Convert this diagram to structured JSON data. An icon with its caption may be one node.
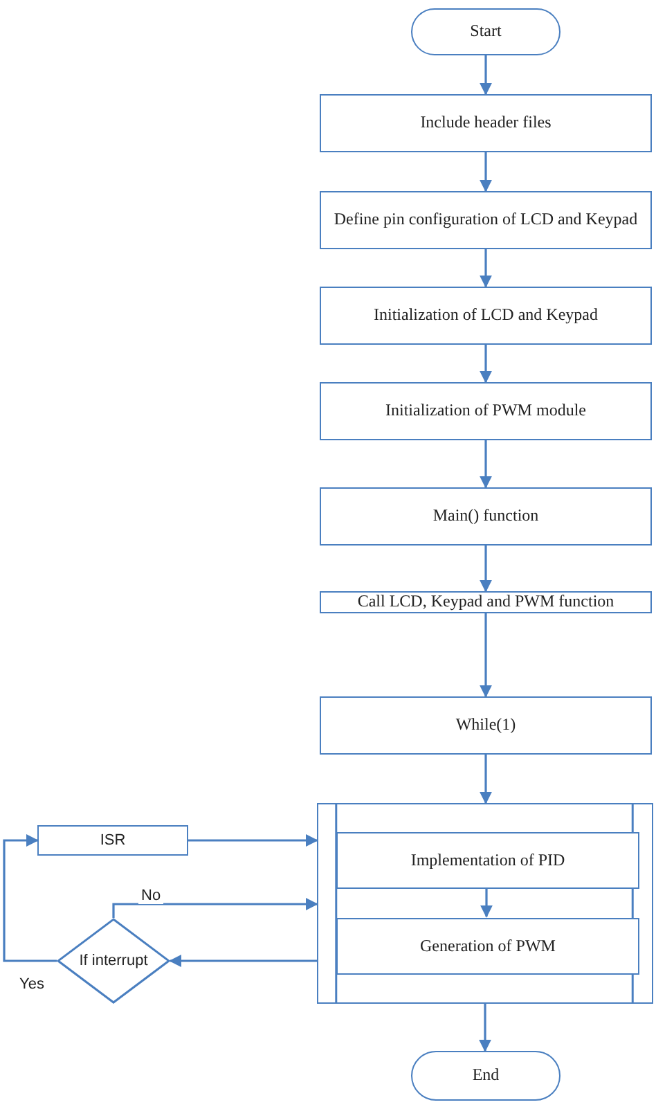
{
  "diagram": {
    "nodes": [
      {
        "text": [
          "Start"
        ]
      },
      {
        "text": [
          "Include header files"
        ]
      },
      {
        "text": [
          "Define pin configuration of LCD and Keypad"
        ]
      },
      {
        "text": [
          "Initialization of LCD and Keypad"
        ]
      },
      {
        "text": [
          "Initialization of PWM module"
        ]
      },
      {
        "text": [
          "Main() function"
        ]
      },
      {
        "text": [
          "Call LCD,  Keypad and PWM function"
        ]
      },
      {
        "text": [
          "While(1)"
        ]
      },
      {
        "text": [],
        "shape": "box"
      },
      {
        "text": [
          "Implementation of PID"
        ],
        "in": 8
      },
      {
        "text": [
          "Generation of PWM"
        ],
        "in": 8
      },
      {
        "text": [
          "ISR"
        ]
      },
      {
        "text": [
          "If interrupt"
        ]
      },
      {
        "text": [
          "End"
        ]
      }
    ],
    "edges": [
      {
        "from": 0,
        "to": 1,
        "arrow": "to"
      },
      {
        "from": 1,
        "to": 2,
        "arrow": "to"
      },
      {
        "from": 2,
        "to": 3,
        "arrow": "to"
      },
      {
        "from": 3,
        "to": 4,
        "arrow": "to"
      },
      {
        "from": 4,
        "to": 5,
        "arrow": "to"
      },
      {
        "from": 5,
        "to": 6,
        "arrow": "to"
      },
      {
        "from": 6,
        "to": 7,
        "arrow": "to"
      },
      {
        "from": 7,
        "to": 8,
        "arrow": "to"
      },
      {
        "from": 9,
        "to": 10,
        "arrow": "to"
      },
      {
        "from": 11,
        "to": 8,
        "arrow": "to"
      },
      {
        "from": 12,
        "to": 8,
        "label": "No",
        "arrow": "to"
      },
      {
        "from": 8,
        "to": 12,
        "arrow": "to"
      },
      {
        "from": 12,
        "to": 11,
        "label": "Yes",
        "arrow": "to"
      },
      {
        "from": 8,
        "to": 13,
        "arrow": "to"
      }
    ]
  }
}
